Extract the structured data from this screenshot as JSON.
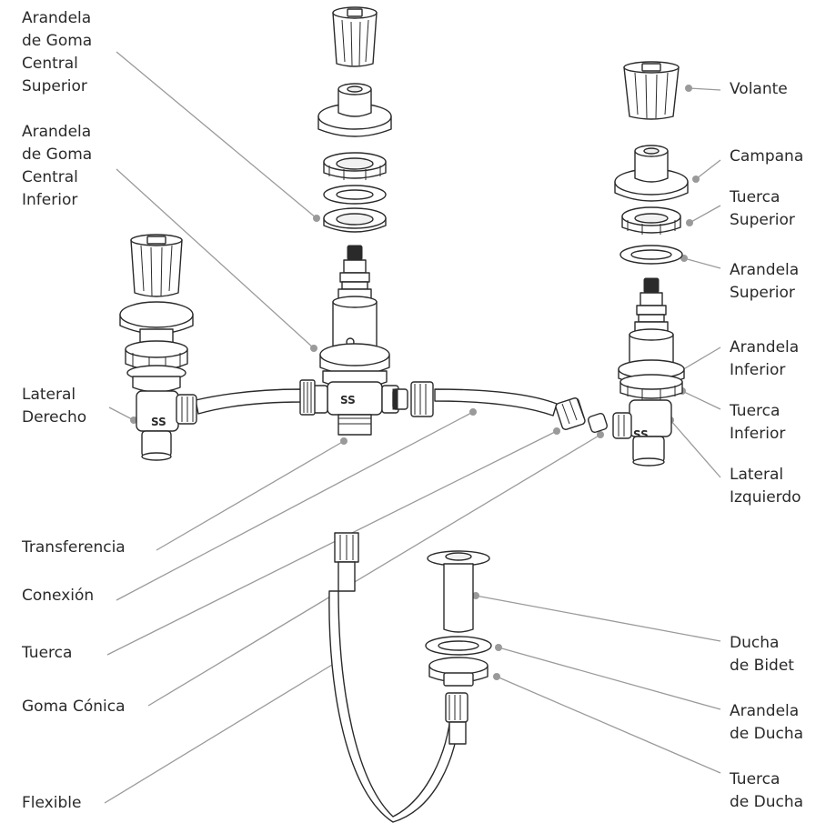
{
  "diagram": {
    "brand_mark": "SS",
    "labels": {
      "arandela_goma_central_superior": "Arandela\nde Goma\nCentral\nSuperior",
      "arandela_goma_central_inferior": "Arandela\nde Goma\nCentral\nInferior",
      "lateral_derecho": "Lateral\nDerecho",
      "transferencia": "Transferencia",
      "conexion": "Conexión",
      "tuerca": "Tuerca",
      "goma_conica": "Goma Cónica",
      "flexible": "Flexible",
      "volante": "Volante",
      "campana": "Campana",
      "tuerca_superior": "Tuerca\nSuperior",
      "arandela_superior": "Arandela\nSuperior",
      "arandela_inferior": "Arandela\nInferior",
      "tuerca_inferior": "Tuerca\nInferior",
      "lateral_izquierdo": "Lateral\nIzquierdo",
      "ducha_bidet": "Ducha\nde Bidet",
      "arandela_ducha": "Arandela\nde Ducha",
      "tuerca_ducha": "Tuerca\nde Ducha"
    },
    "colors": {
      "line": "#2a2a2a",
      "leader": "#9a9a9a",
      "background": "#ffffff"
    }
  }
}
